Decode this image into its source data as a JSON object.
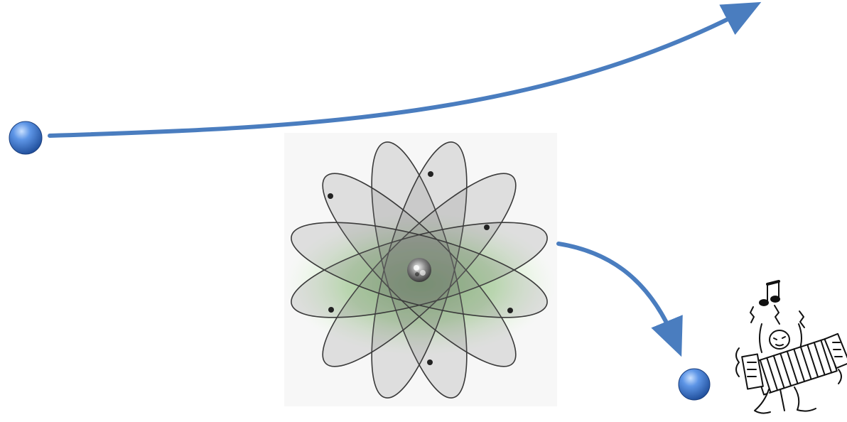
{
  "colors": {
    "arrow": "#4a7dbf",
    "particle_light": "#9ec4f5",
    "particle_dark": "#1f4f9e",
    "atom_glow": "#7fd36a",
    "orbit_fill": "#6e6e6e",
    "orbit_stroke": "#3a3a3a",
    "nucleus": "#5a5a5a",
    "background": "#ffffff"
  },
  "icons": {
    "incoming_particle": "blue-sphere",
    "atom": "atom-orbits",
    "scattered_particle": "blue-sphere",
    "musician": "accordion-player-cartoon",
    "music_note": "double-eighth-note"
  }
}
